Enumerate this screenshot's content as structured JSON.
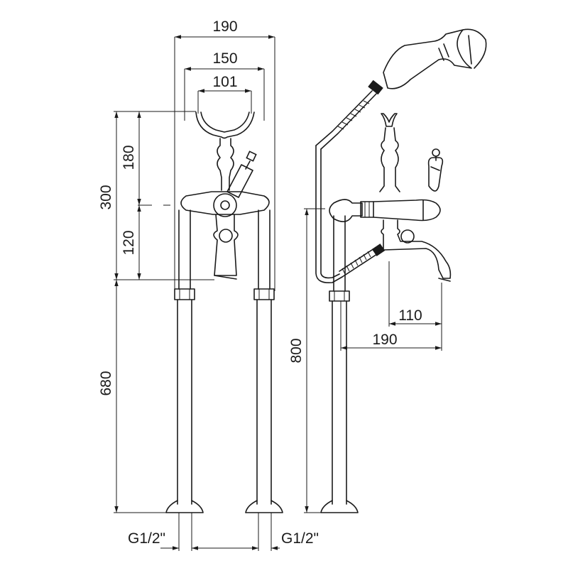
{
  "dimensions": {
    "width_overall": "190",
    "width_mid": "150",
    "width_cradle": "101",
    "height_upper": "180",
    "height_total": "300",
    "height_lower": "120",
    "height_pipe": "680",
    "height_floor": "800",
    "spout_projection": "110",
    "spout_reach": "190"
  },
  "connections": {
    "left": "G1/2\"",
    "right": "G1/2\""
  },
  "colors": {
    "line": "#1a1a1a",
    "background": "#ffffff"
  }
}
